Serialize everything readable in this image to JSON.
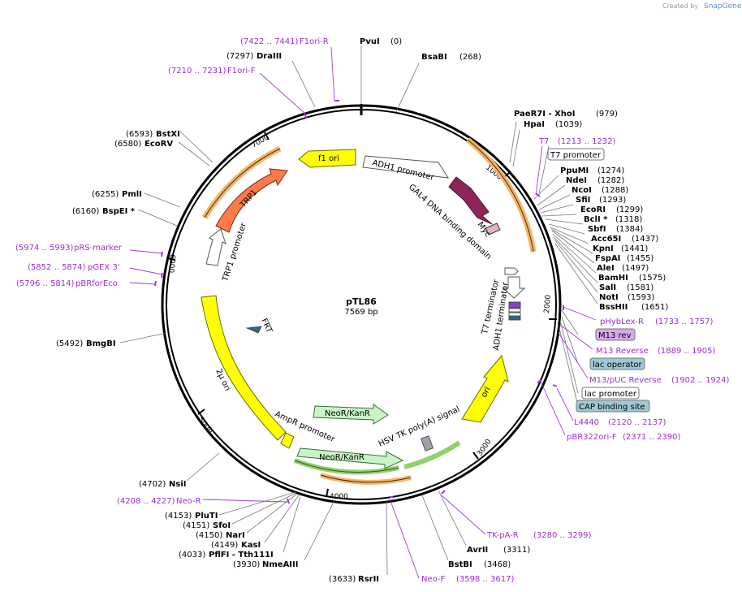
{
  "credit": {
    "prefix": "Created by",
    "brand": "SnapGene"
  },
  "plasmid": {
    "name": "pTL86",
    "length": "7569 bp"
  },
  "ticks": [
    "1000",
    "2000",
    "3000",
    "4000",
    "5000",
    "6000",
    "7000"
  ],
  "enzymes": [
    {
      "name": "PvuI",
      "pos": "(0)"
    },
    {
      "name": "BsaBI",
      "pos": "(268)"
    },
    {
      "name": "PaeR7I - XhoI",
      "pos": "(979)"
    },
    {
      "name": "HpaI",
      "pos": "(1039)"
    },
    {
      "name": "PpuMI",
      "pos": "(1274)"
    },
    {
      "name": "NdeI",
      "pos": "(1282)"
    },
    {
      "name": "NcoI",
      "pos": "(1288)"
    },
    {
      "name": "SfiI",
      "pos": "(1293)"
    },
    {
      "name": "EcoRI",
      "pos": "(1299)"
    },
    {
      "name": "BclI *",
      "pos": "(1318)"
    },
    {
      "name": "SbfI",
      "pos": "(1384)"
    },
    {
      "name": "Acc65I",
      "pos": "(1437)"
    },
    {
      "name": "KpnI",
      "pos": "(1441)"
    },
    {
      "name": "FspAI",
      "pos": "(1455)"
    },
    {
      "name": "AleI",
      "pos": "(1497)"
    },
    {
      "name": "BamHI",
      "pos": "(1575)"
    },
    {
      "name": "SalI",
      "pos": "(1581)"
    },
    {
      "name": "NotI",
      "pos": "(1593)"
    },
    {
      "name": "BssHII",
      "pos": "(1651)"
    },
    {
      "name": "AvrII",
      "pos": "(3311)"
    },
    {
      "name": "BstBI",
      "pos": "(3468)"
    },
    {
      "name": "RsrII",
      "pos": "(3633)"
    },
    {
      "name": "NmeAIII",
      "pos": "(3930)"
    },
    {
      "name": "PflFI - Tth111I",
      "pos": "(4033)"
    },
    {
      "name": "KasI",
      "pos": "(4149)"
    },
    {
      "name": "NarI",
      "pos": "(4150)"
    },
    {
      "name": "SfoI",
      "pos": "(4151)"
    },
    {
      "name": "PluTI",
      "pos": "(4153)"
    },
    {
      "name": "NsiI",
      "pos": "(4702)"
    },
    {
      "name": "BmgBI",
      "pos": "(5492)"
    },
    {
      "name": "BspEI *",
      "pos": "(6160)"
    },
    {
      "name": "PmlI",
      "pos": "(6255)"
    },
    {
      "name": "EcoRV",
      "pos": "(6580)"
    },
    {
      "name": "BstXI",
      "pos": "(6593)"
    },
    {
      "name": "DraIII",
      "pos": "(7297)"
    }
  ],
  "primers": [
    {
      "name": "F1ori-R",
      "range": "(7422 .. 7441)"
    },
    {
      "name": "F1ori-F",
      "range": "(7210 .. 7231)"
    },
    {
      "name": "T7",
      "range": "(1213 .. 1232)"
    },
    {
      "name": "pHybLex-R",
      "range": "(1733 .. 1757)"
    },
    {
      "name": "M13 Reverse",
      "range": "(1889 .. 1905)"
    },
    {
      "name": "M13/pUC Reverse",
      "range": "(1902 .. 1924)"
    },
    {
      "name": "L4440",
      "range": "(2120 .. 2137)"
    },
    {
      "name": "pBR322ori-F",
      "range": "(2371 .. 2390)"
    },
    {
      "name": "TK-pA-R",
      "range": "(3280 .. 3299)"
    },
    {
      "name": "Neo-F",
      "range": "(3598 .. 3617)"
    },
    {
      "name": "Neo-R",
      "range": "(4208 .. 4227)"
    },
    {
      "name": "pRS-marker",
      "range": "(5974 .. 5993)"
    },
    {
      "name": "pGEX 3'",
      "range": "(5852 .. 5874)"
    },
    {
      "name": "pBRforEco",
      "range": "(5796 .. 5814)"
    }
  ],
  "boxed": [
    {
      "name": "T7 promoter"
    },
    {
      "name": "M13 rev"
    },
    {
      "name": "lac operator"
    },
    {
      "name": "lac promoter"
    },
    {
      "name": "CAP binding site"
    }
  ],
  "features": {
    "f1_ori": "f1 ori",
    "adh1_promoter": "ADH1 promoter",
    "gal4_dbd": "GAL4 DNA binding domain",
    "myc": "Myc",
    "t7_terminator": "T7 terminator",
    "adh1_terminator": "ADH1 terminator",
    "trp1": "TRP1",
    "trp1_promoter": "TRP1 promoter",
    "frt": "FRT",
    "two_micron": "2μ ori",
    "ampr_promoter": "AmpR promoter",
    "neor1": "NeoR/KanR",
    "neor2": "NeoR/KanR",
    "hsv": "HSV TK poly(A) signal",
    "ori": "ori"
  }
}
